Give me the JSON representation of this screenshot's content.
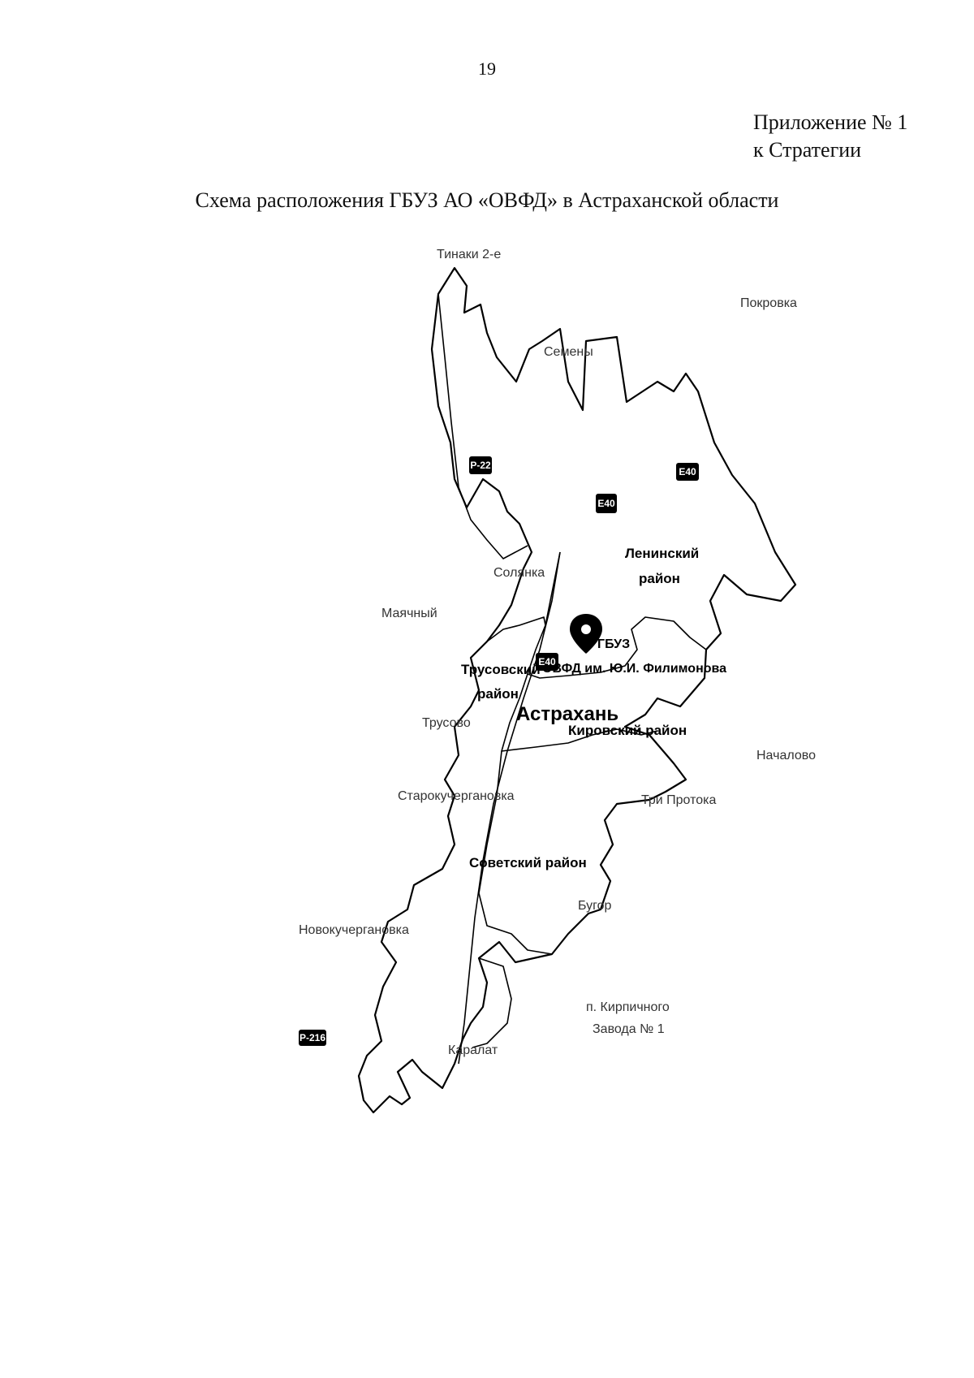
{
  "page_number": "19",
  "appendix": {
    "line1": "Приложение № 1",
    "line2": "к Стратегии"
  },
  "title": "Схема расположения ГБУЗ АО «ОВФД» в Астраханской области",
  "map": {
    "settlements": {
      "top": "Тинаки 2-е",
      "pokrovka": "Покровка",
      "semeny": "Семены",
      "solyanka": "Солянка",
      "mayachny": "Маячный",
      "trusovo": "Трусово",
      "nachalovo": "Началово",
      "staraya_kuchergan": "Старокучергановка",
      "tri_protoka": "Три Протока",
      "bugor": "Бугор",
      "novaya_kuchergan": "Новокучергановка",
      "kirpich_1": "п. Кирпичного",
      "kirpich_2": "Завода № 1",
      "karalat": "Каралат"
    },
    "districts": {
      "leninsky_1": "Ленинский",
      "leninsky_2": "район",
      "trusovsky_1": "Трусовский",
      "trusovsky_2": "район",
      "kirovsky": "Кировский район",
      "sovetsky": "Советский район"
    },
    "city": "Астрахань",
    "hospital": {
      "line1": "ГБУЗ",
      "line2": "ОВФД им. Ю.И. Филимонова"
    },
    "road_shields": {
      "p22": "Р-22",
      "e40a": "Е40",
      "e40b": "Е40",
      "e40c": "Е40",
      "p216": "Р-216"
    },
    "icons": {
      "pin": "map-pin-icon",
      "shield": "road-shield-icon"
    },
    "colors": {
      "border": "#000000",
      "background": "#ffffff"
    }
  }
}
